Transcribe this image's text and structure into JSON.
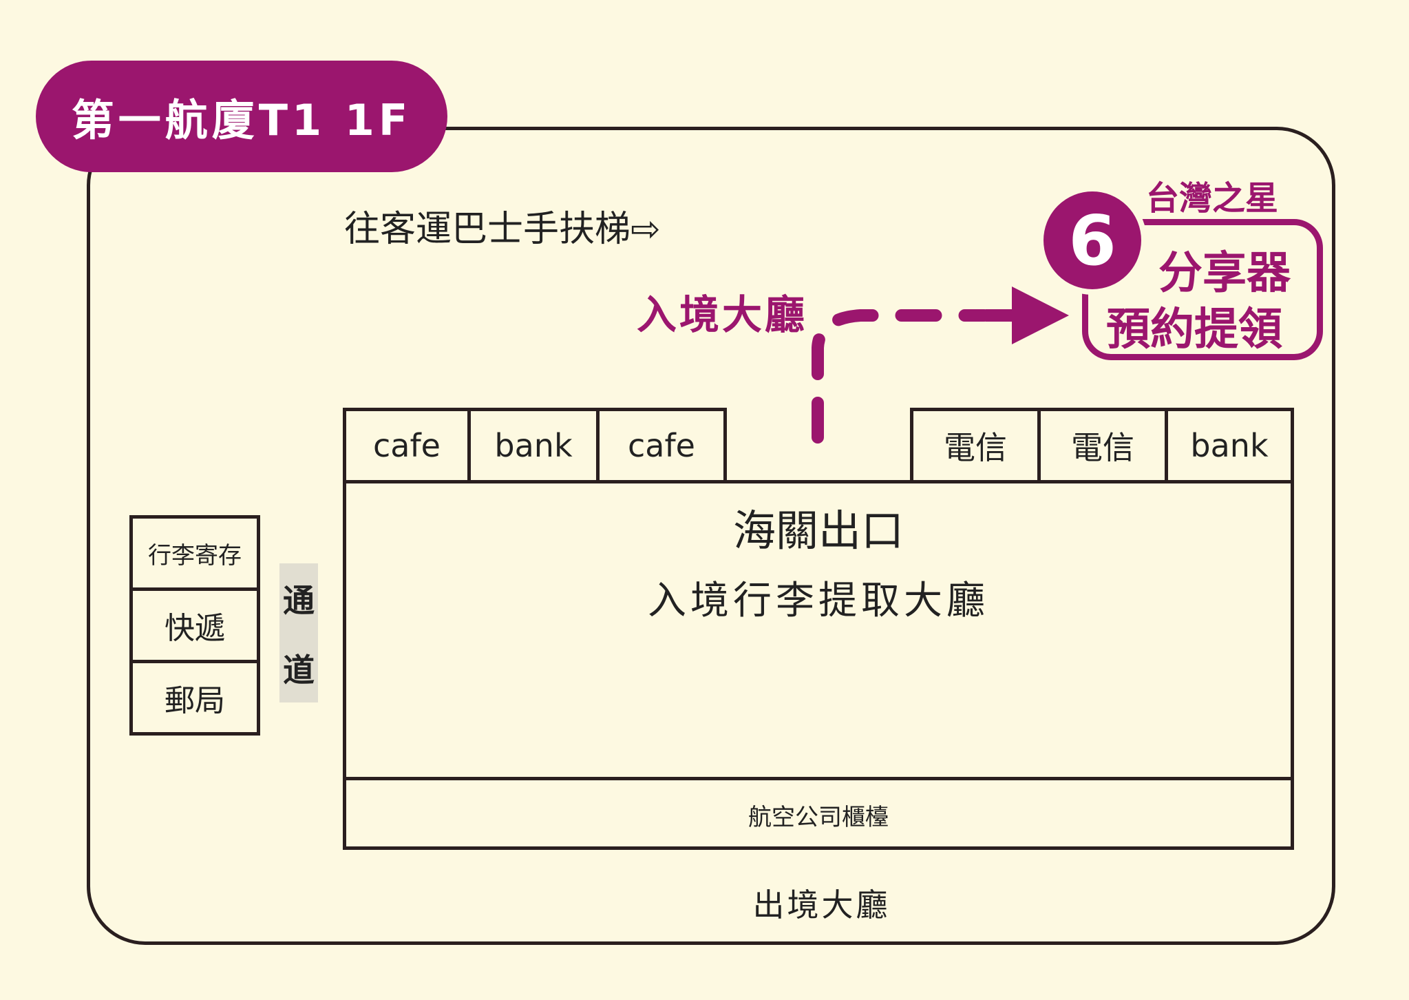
{
  "title": "第一航廈T1 1F",
  "escalator_label": "往客運巴士手扶梯⇨",
  "arrivals_label": "入境大廳",
  "pickup": {
    "brand": "台灣之星",
    "step_number": "6",
    "line1": "分享器",
    "line2": "預約提領"
  },
  "shops_left": [
    "cafe",
    "bank",
    "cafe"
  ],
  "shops_right": [
    "電信",
    "電信",
    "bank"
  ],
  "customs_exit": "海關出口",
  "baggage_hall": "入境行李提取大廳",
  "airline_counter": "航空公司櫃檯",
  "side_services": [
    "行李寄存",
    "快遞",
    "郵局"
  ],
  "passage": [
    "通",
    "道"
  ],
  "departures_label": "出境大廳",
  "colors": {
    "accent": "#9b166e",
    "background": "#fdf9e1",
    "line": "#2a1f1f",
    "passage": "#e1ded1"
  }
}
